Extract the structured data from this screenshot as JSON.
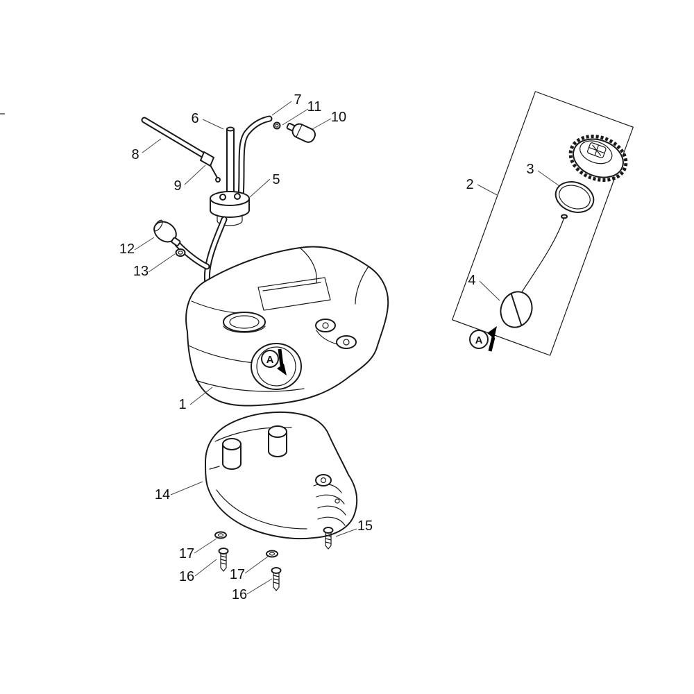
{
  "colors": {
    "background": "#ffffff",
    "line": "#1a1a1a",
    "label": "#111111"
  },
  "callouts": {
    "c1": "1",
    "c2": "2",
    "c3": "3",
    "c4": "4",
    "c5": "5",
    "c6": "6",
    "c7": "7",
    "c8": "8",
    "c9": "9",
    "c10": "10",
    "c11": "11",
    "c12": "12",
    "c13": "13",
    "c14": "14",
    "c15": "15",
    "c16": "16",
    "c17": "17",
    "refA": "A"
  }
}
